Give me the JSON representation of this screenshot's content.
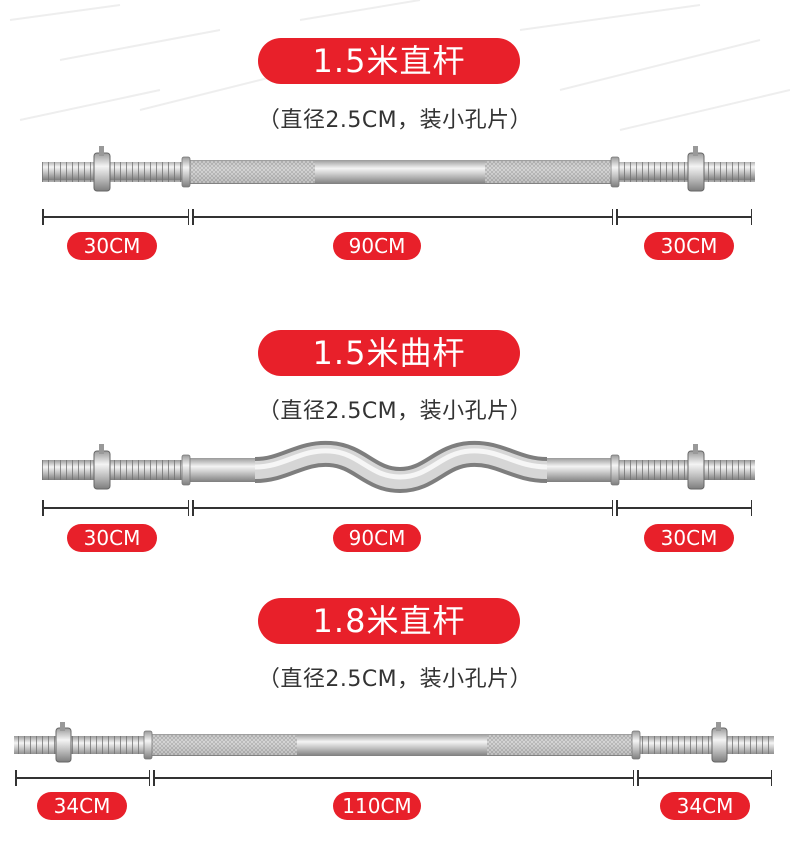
{
  "sections": [
    {
      "title": "1.5米直杆",
      "subtitle": "（直径2.5CM，装小孔片）",
      "bar_type": "straight",
      "dims": [
        "30CM",
        "90CM",
        "30CM"
      ]
    },
    {
      "title": "1.5米曲杆",
      "subtitle": "（直径2.5CM，装小孔片）",
      "bar_type": "curl",
      "dims": [
        "30CM",
        "90CM",
        "30CM"
      ]
    },
    {
      "title": "1.8米直杆",
      "subtitle": "（直径2.5CM，装小孔片）",
      "bar_type": "straight",
      "dims": [
        "34CM",
        "110CM",
        "34CM"
      ]
    }
  ],
  "colors": {
    "accent": "#e8202a",
    "text": "#333333",
    "chrome_light": "#f2f2f2",
    "chrome_dark": "#8a8a8a"
  }
}
